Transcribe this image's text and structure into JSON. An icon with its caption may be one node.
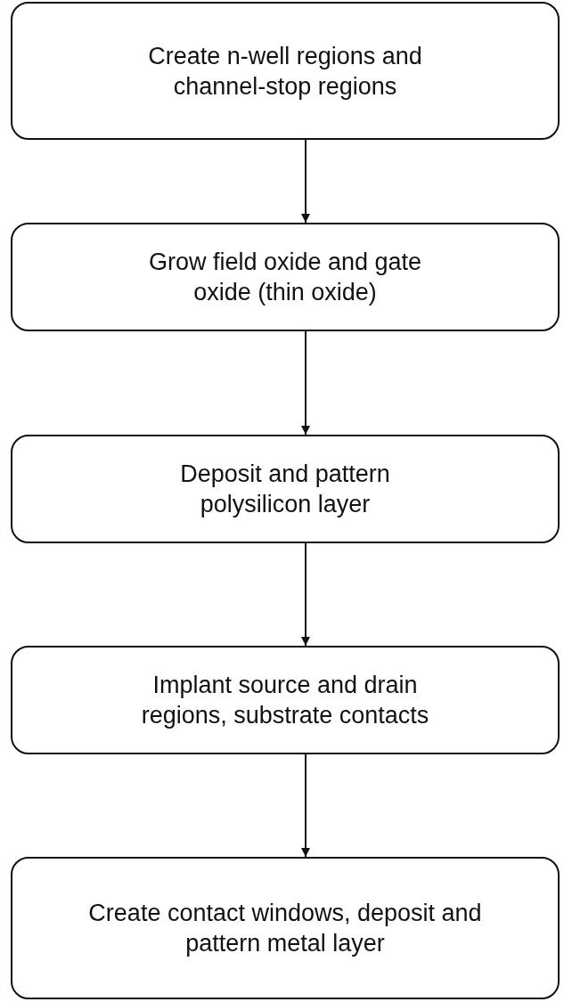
{
  "diagram": {
    "nodes": [
      {
        "text": [
          "Create n-well regions and channel-stop regions"
        ]
      },
      {
        "text": [
          "Grow field oxide and gate oxide (thin oxide)"
        ]
      },
      {
        "text": [
          "Deposit and pattern polysilicon layer"
        ]
      },
      {
        "text": [
          "Implant source and drain regions, substrate contacts"
        ]
      },
      {
        "text": [
          "Create contact windows, deposit and pattern metal layer"
        ]
      }
    ],
    "edges": [
      {
        "from": 0,
        "to": 1,
        "arrow": "to"
      },
      {
        "from": 1,
        "to": 2,
        "arrow": "to"
      },
      {
        "from": 2,
        "to": 3,
        "arrow": "to"
      },
      {
        "from": 3,
        "to": 4,
        "arrow": "to"
      }
    ]
  }
}
